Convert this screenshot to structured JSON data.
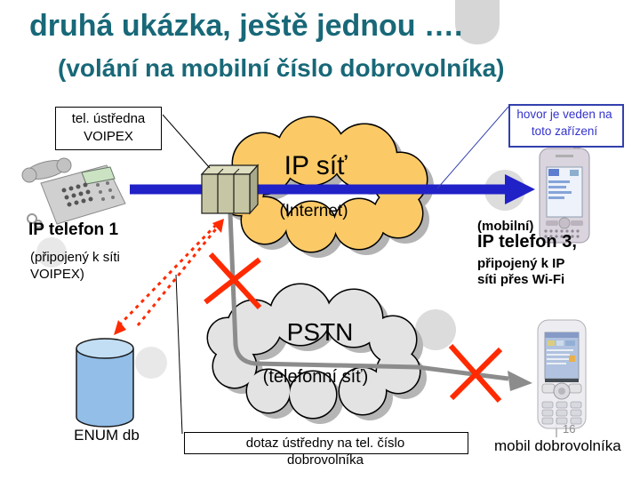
{
  "slide": {
    "title": "druhá ukázka, ještě jednou ….",
    "subtitle": "(volání na mobilní číslo dobrovolníka)",
    "page_number": "16"
  },
  "labels": {
    "pbx_box": "tel. ústředna\nVOIPEX",
    "ip_phone1_title": "IP telefon 1",
    "ip_phone1_sub": "(připojený k síti\n VOIPEX)",
    "ip_cloud_title": "IP síť",
    "ip_cloud_sub": "(Internet)",
    "right_callout": "hovor je veden na toto zařízení",
    "phone3_pre": "(mobilní)",
    "phone3_title": "IP telefon 3,",
    "phone3_sub": "připojený k IP\nsíti přes Wi-Fi",
    "pstn_title": "PSTN",
    "pstn_sub": "(telefonní síť)",
    "enum_db": "ENUM db",
    "query_box": "dotaz ústředny na tel. číslo dobrovolníka",
    "mobile_label": "mobil dobrovolníka"
  },
  "colors": {
    "title_teal": "#186878",
    "ip_cloud_orange": "#FBCA66",
    "pstn_cloud_gray": "#E3E3E3",
    "call_arrow_blue": "#2121C8",
    "pstn_arrow_gray": "#8C8C8C",
    "blocked_cross_red": "#FF2A00",
    "enum_db_blue": "#92BEE8",
    "callout_blue": "#3333CC"
  }
}
